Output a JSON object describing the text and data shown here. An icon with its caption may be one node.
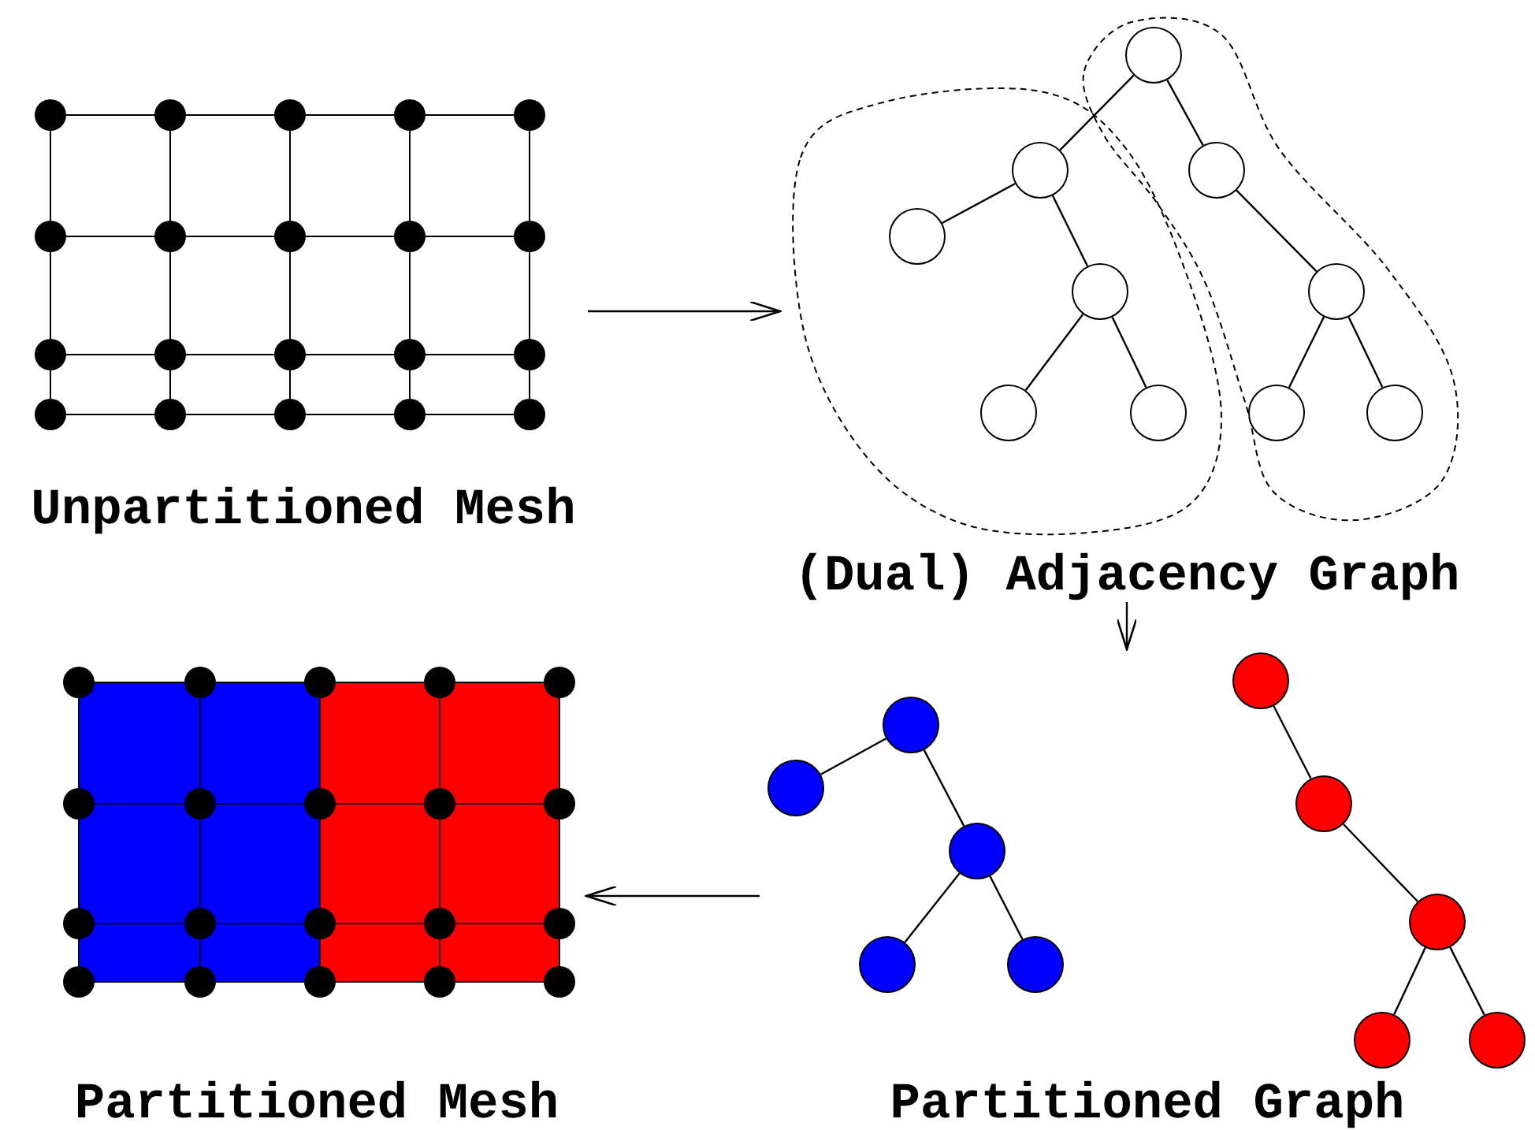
{
  "diagram": {
    "nodes": [
      {
        "text": [
          "Unpartitioned Mesh"
        ]
      },
      {
        "text": [
          "(Dual) Adjacency Graph"
        ]
      },
      {
        "text": [],
        "shape": "cloud",
        "in": 1
      },
      {
        "text": [],
        "shape": "cloud",
        "in": 1
      },
      {
        "text": [],
        "shape": "circle",
        "in": 3
      },
      {
        "text": [],
        "shape": "circle",
        "in": 2
      },
      {
        "text": [],
        "shape": "circle",
        "in": 3
      },
      {
        "text": [],
        "shape": "circle",
        "in": 2
      },
      {
        "text": [],
        "shape": "circle",
        "in": 2
      },
      {
        "text": [],
        "shape": "circle",
        "in": 3
      },
      {
        "text": [],
        "shape": "circle",
        "in": 2
      },
      {
        "text": [],
        "shape": "circle",
        "in": 2
      },
      {
        "text": [],
        "shape": "circle",
        "in": 3
      },
      {
        "text": [],
        "shape": "circle",
        "in": 3
      },
      {
        "text": [
          "Partitioned Mesh"
        ]
      },
      {
        "text": [
          "Partitioned Graph"
        ]
      },
      {
        "text": [],
        "shape": "circle",
        "in": 15
      },
      {
        "text": [],
        "shape": "circle",
        "in": 15
      },
      {
        "text": [],
        "shape": "circle",
        "in": 15
      },
      {
        "text": [],
        "shape": "circle",
        "in": 15
      },
      {
        "text": [],
        "shape": "circle",
        "in": 15
      },
      {
        "text": [],
        "shape": "circle",
        "in": 15
      },
      {
        "text": [],
        "shape": "circle",
        "in": 15
      },
      {
        "text": [],
        "shape": "circle",
        "in": 15
      },
      {
        "text": [],
        "shape": "circle",
        "in": 15
      },
      {
        "text": [],
        "shape": "circle",
        "in": 15
      }
    ],
    "edges": [
      {
        "from": 0,
        "to": 1,
        "arrow": "to"
      },
      {
        "from": 1,
        "to": 15,
        "arrow": "to"
      },
      {
        "from": 15,
        "to": 14,
        "arrow": "to"
      },
      {
        "from": 4,
        "to": 5,
        "arrow": "none"
      },
      {
        "from": 4,
        "to": 6,
        "arrow": "none"
      },
      {
        "from": 5,
        "to": 7,
        "arrow": "none"
      },
      {
        "from": 5,
        "to": 8,
        "arrow": "none"
      },
      {
        "from": 8,
        "to": 10,
        "arrow": "none"
      },
      {
        "from": 8,
        "to": 11,
        "arrow": "none"
      },
      {
        "from": 6,
        "to": 9,
        "arrow": "none"
      },
      {
        "from": 9,
        "to": 12,
        "arrow": "none"
      },
      {
        "from": 9,
        "to": 13,
        "arrow": "none"
      },
      {
        "from": 16,
        "to": 17,
        "arrow": "none"
      },
      {
        "from": 16,
        "to": 18,
        "arrow": "none"
      },
      {
        "from": 18,
        "to": 19,
        "arrow": "none"
      },
      {
        "from": 18,
        "to": 20,
        "arrow": "none"
      },
      {
        "from": 21,
        "to": 22,
        "arrow": "none"
      },
      {
        "from": 22,
        "to": 23,
        "arrow": "none"
      },
      {
        "from": 23,
        "to": 24,
        "arrow": "none"
      },
      {
        "from": 23,
        "to": 25,
        "arrow": "none"
      }
    ]
  }
}
